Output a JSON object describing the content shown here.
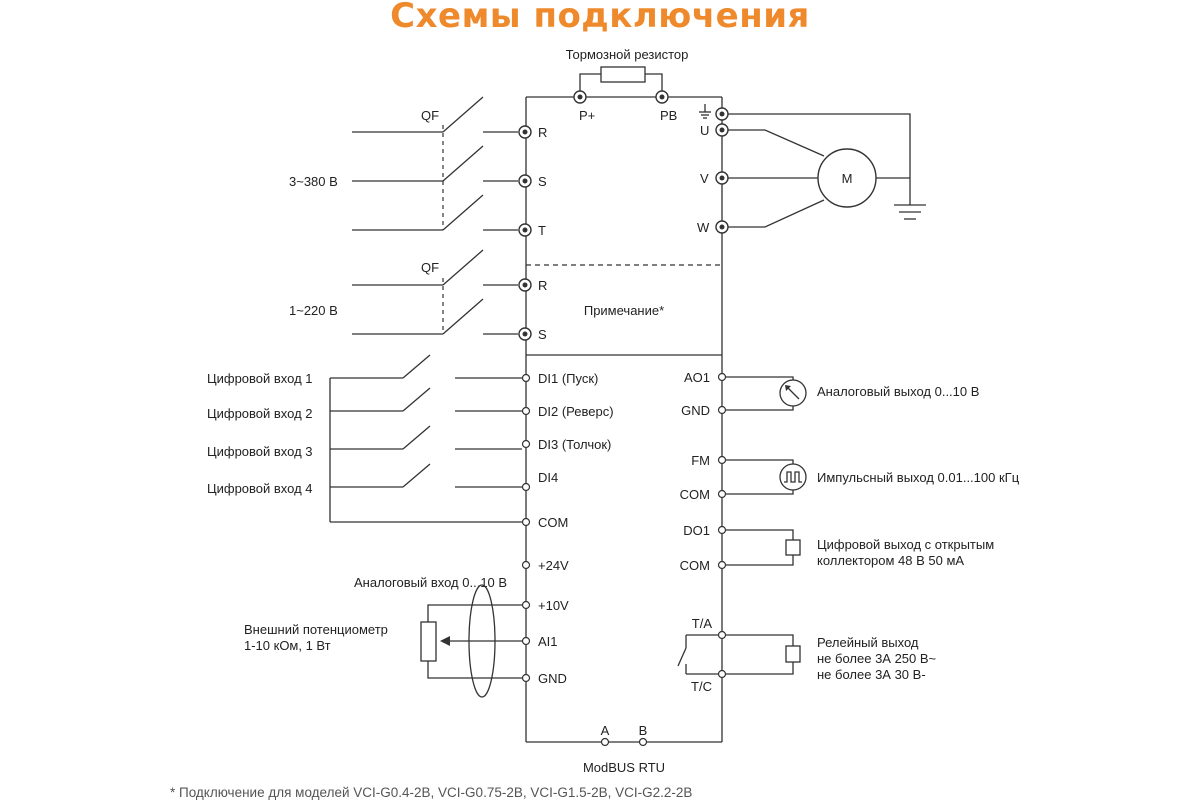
{
  "title": "Схемы подключения",
  "labels": {
    "brake_resistor": "Тормозной резистор",
    "p_plus": "P+",
    "pb": "PB",
    "u": "U",
    "v": "V",
    "w": "W",
    "motor": "M",
    "qf1": "QF",
    "qf2": "QF",
    "r1": "R",
    "s1": "S",
    "t1": "T",
    "r2": "R",
    "s2": "S",
    "supply_3ph": "3~380 В",
    "supply_1ph": "1~220 В",
    "note": "Примечание*",
    "di_in1": "Цифровой вход 1",
    "di_in2": "Цифровой вход 2",
    "di_in3": "Цифровой вход 3",
    "di_in4": "Цифровой вход 4",
    "di1": "DI1 (Пуск)",
    "di2": "DI2 (Реверс)",
    "di3": "DI3 (Толчок)",
    "di4": "DI4",
    "com_left": "COM",
    "p24": "+24V",
    "analog_in": "Аналоговый вход 0...10 В",
    "p10": "+10V",
    "ai1": "AI1",
    "gnd_left": "GND",
    "pot_line1": "Внешний потенциометр",
    "pot_line2": "1-10 кОм, 1 Вт",
    "ao1": "AO1",
    "gnd_right": "GND",
    "analog_out": "Аналоговый выход 0...10 В",
    "fm": "FM",
    "com_fm": "COM",
    "pulse_out": "Импульсный выход 0.01...100 кГц",
    "do1": "DO1",
    "com_do": "COM",
    "do_line1": "Цифровой выход с открытым",
    "do_line2": "коллектором 48 В 50 мА",
    "ta": "T/A",
    "tc": "T/C",
    "relay_line1": "Релейный выход",
    "relay_line2": "не более 3А 250 В~",
    "relay_line3": "не более 3А 30 В-",
    "a": "A",
    "b": "B",
    "modbus": "ModBUS RTU"
  },
  "footnote": "* Подключение для моделей VCI-G0.4-2B, VCI-G0.75-2B, VCI-G1.5-2B, VCI-G2.2-2B"
}
